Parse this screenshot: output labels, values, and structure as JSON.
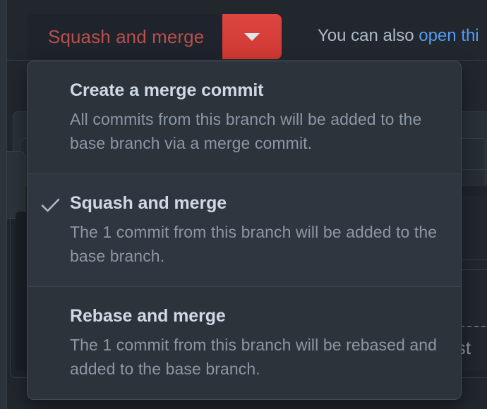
{
  "background": {
    "cut_off_text": "ast"
  },
  "merge_button": {
    "primary_label": "Squash and merge",
    "dropdown_icon": "chevron-down-icon",
    "primary_text_color": "#b8504c",
    "dropdown_color": "#d63c37",
    "button_bg": "#1e232c"
  },
  "side_note": {
    "prefix": "You can also ",
    "link_text": "open thi",
    "link_color": "#539bf5",
    "text_color": "#adbac7"
  },
  "menu": {
    "selected_index": 1,
    "check_icon": "check-icon",
    "bg": "#2d333b",
    "border": "#444c56",
    "items": [
      {
        "title": "Create a merge commit",
        "description": "All commits from this branch will be added to the base branch via a merge commit.",
        "checked": false
      },
      {
        "title": "Squash and merge",
        "description": "The 1 commit from this branch will be added to the base branch.",
        "checked": true
      },
      {
        "title": "Rebase and merge",
        "description": "The 1 commit from this branch will be rebased and added to the base branch.",
        "checked": false
      }
    ]
  }
}
